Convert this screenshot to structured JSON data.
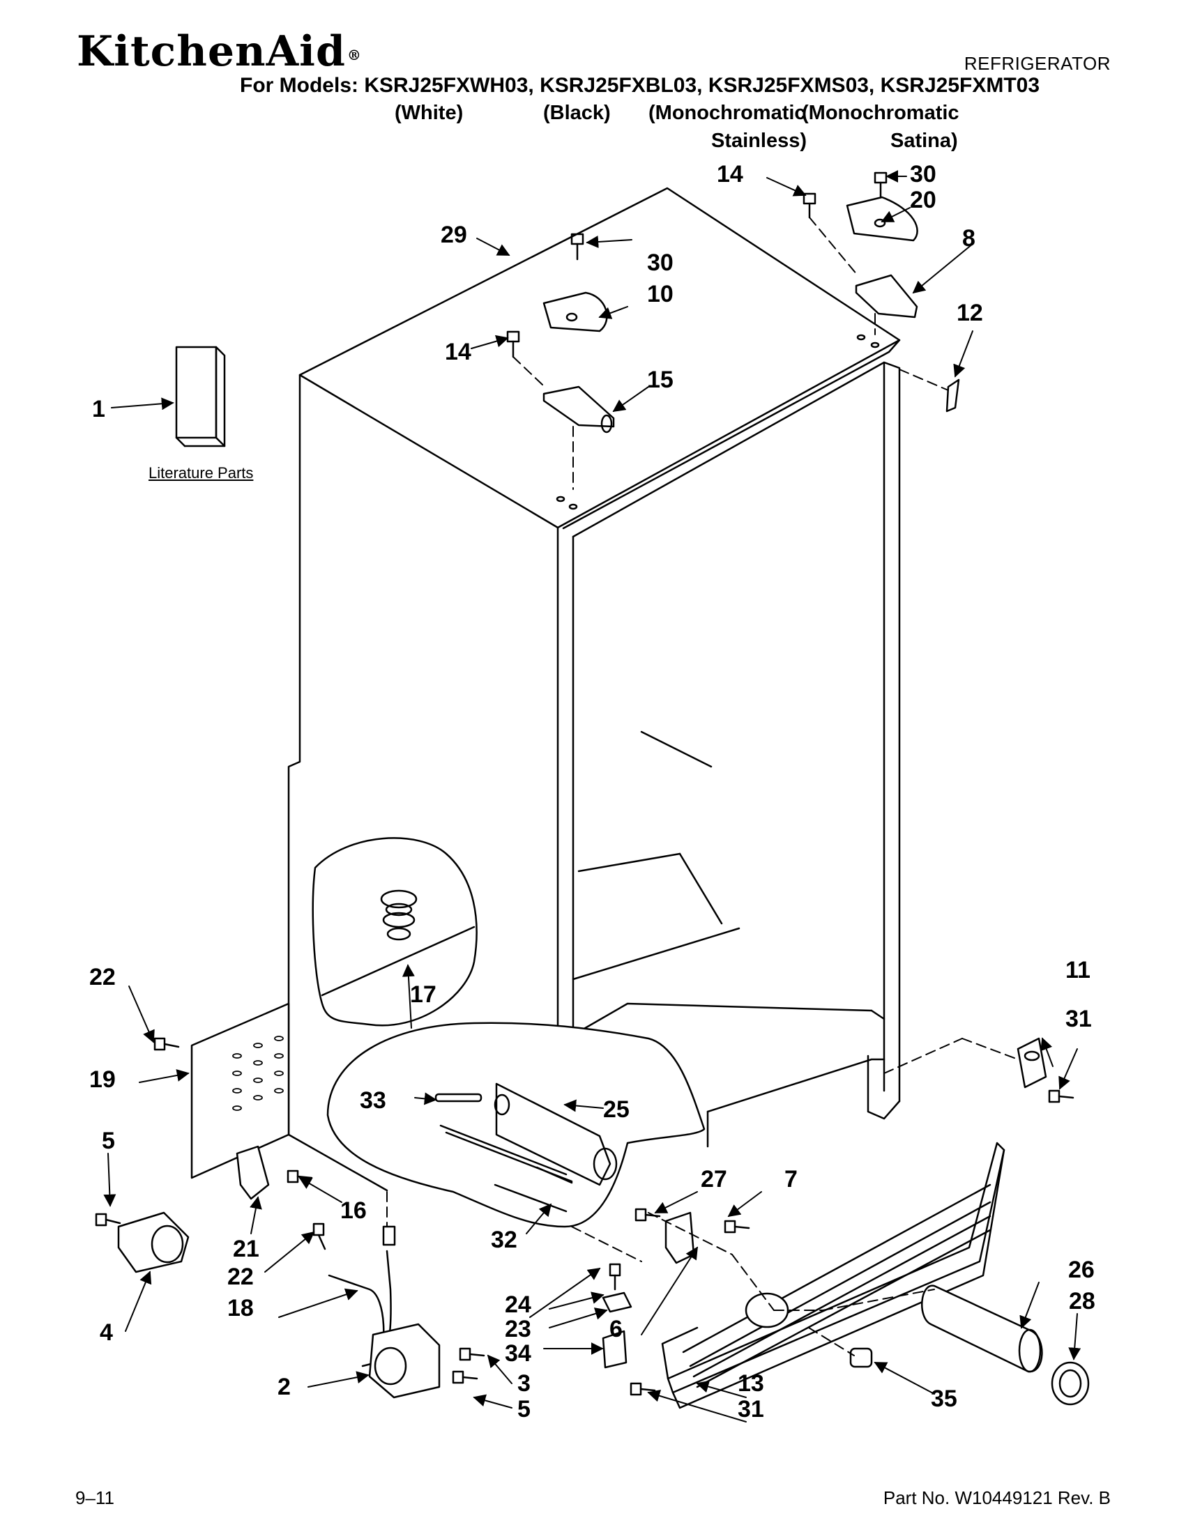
{
  "header": {
    "brand": "KitchenAid",
    "brand_mark": "®",
    "doc_type": "REFRIGERATOR",
    "models_line": "For Models: KSRJ25FXWH03, KSRJ25FXBL03, KSRJ25FXMS03, KSRJ25FXMT03",
    "variants": [
      "(White)",
      "(Black)",
      "(Monochromatic",
      "(Monochromatic"
    ],
    "variants_line2": [
      "Stainless)",
      "Satina)"
    ]
  },
  "diagram": {
    "literature_label": "Literature Parts",
    "callouts": {
      "p1": "1",
      "p2": "2",
      "p3": "3",
      "p4": "4",
      "p5a": "5",
      "p5b": "5",
      "p6": "6",
      "p7": "7",
      "p8": "8",
      "p10": "10",
      "p11": "11",
      "p12": "12",
      "p13": "13",
      "p14a": "14",
      "p14b": "14",
      "p15": "15",
      "p16": "16",
      "p17": "17",
      "p18": "18",
      "p19": "19",
      "p20": "20",
      "p21": "21",
      "p22a": "22",
      "p22b": "22",
      "p23": "23",
      "p24": "24",
      "p25": "25",
      "p26": "26",
      "p27": "27",
      "p28": "28",
      "p29": "29",
      "p30a": "30",
      "p30b": "30",
      "p31a": "31",
      "p31b": "31",
      "p32": "32",
      "p33": "33",
      "p34": "34",
      "p35": "35"
    }
  },
  "footer": {
    "date": "9–11",
    "part_no": "Part No. W10449121 Rev. B"
  }
}
